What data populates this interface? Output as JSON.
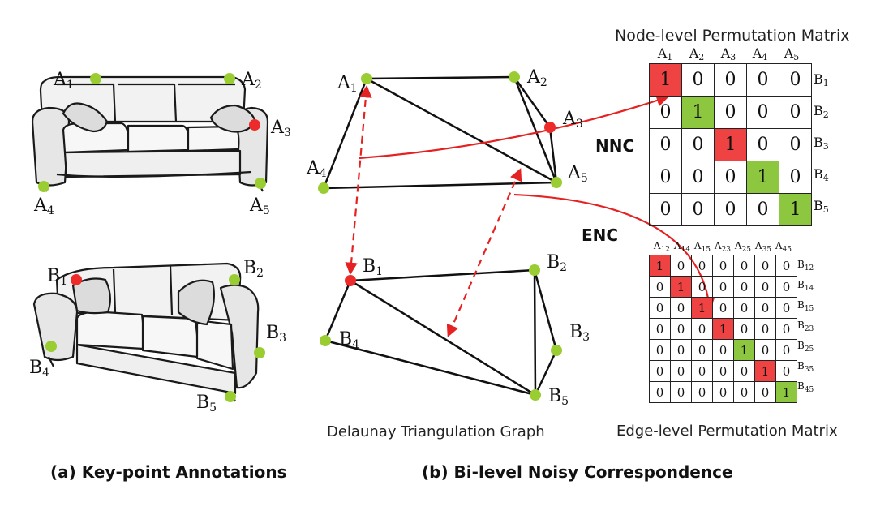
{
  "colors": {
    "green": "#9acd32",
    "red": "#ee2b2b",
    "cell_red": "#ef4343",
    "cell_green": "#8dc63f",
    "edge": "#111111",
    "arrow": "#e52222"
  },
  "captions": {
    "a": "(a) Key-point Annotations",
    "b": "(b) Bi-level Noisy Correspondence"
  },
  "graph_title": "Delaunay Triangulation Graph",
  "node_matrix": {
    "title": "Node-level Permutation Matrix",
    "col_labels": [
      [
        "A",
        "1"
      ],
      [
        "A",
        "2"
      ],
      [
        "A",
        "3"
      ],
      [
        "A",
        "4"
      ],
      [
        "A",
        "5"
      ]
    ],
    "row_labels": [
      [
        "B",
        "1"
      ],
      [
        "B",
        "2"
      ],
      [
        "B",
        "3"
      ],
      [
        "B",
        "4"
      ],
      [
        "B",
        "5"
      ]
    ],
    "cells": [
      [
        1,
        0,
        0,
        0,
        0
      ],
      [
        0,
        1,
        0,
        0,
        0
      ],
      [
        0,
        0,
        1,
        0,
        0
      ],
      [
        0,
        0,
        0,
        1,
        0
      ],
      [
        0,
        0,
        0,
        0,
        1
      ]
    ],
    "highlight": [
      "red",
      "green",
      "red",
      "green",
      "green"
    ]
  },
  "edge_matrix": {
    "title": "Edge-level Permutation Matrix",
    "col_labels": [
      [
        "A",
        "12"
      ],
      [
        "A",
        "14"
      ],
      [
        "A",
        "15"
      ],
      [
        "A",
        "23"
      ],
      [
        "A",
        "25"
      ],
      [
        "A",
        "35"
      ],
      [
        "A",
        "45"
      ]
    ],
    "row_labels": [
      [
        "B",
        "12"
      ],
      [
        "B",
        "14"
      ],
      [
        "B",
        "15"
      ],
      [
        "B",
        "23"
      ],
      [
        "B",
        "25"
      ],
      [
        "B",
        "35"
      ],
      [
        "B",
        "45"
      ]
    ],
    "cells": [
      [
        1,
        0,
        0,
        0,
        0,
        0,
        0
      ],
      [
        0,
        1,
        0,
        0,
        0,
        0,
        0
      ],
      [
        0,
        0,
        1,
        0,
        0,
        0,
        0
      ],
      [
        0,
        0,
        0,
        1,
        0,
        0,
        0
      ],
      [
        0,
        0,
        0,
        0,
        1,
        0,
        0
      ],
      [
        0,
        0,
        0,
        0,
        0,
        1,
        0
      ],
      [
        0,
        0,
        0,
        0,
        0,
        0,
        1
      ]
    ],
    "highlight": [
      "red",
      "red",
      "red",
      "red",
      "green",
      "red",
      "green"
    ]
  },
  "tags": {
    "nnc": "NNC",
    "enc": "ENC"
  },
  "sofa_labels_a": [
    [
      "A",
      "1"
    ],
    [
      "A",
      "2"
    ],
    [
      "A",
      "3"
    ],
    [
      "A",
      "4"
    ],
    [
      "A",
      "5"
    ]
  ],
  "sofa_labels_b": [
    [
      "B",
      "1"
    ],
    [
      "B",
      "2"
    ],
    [
      "B",
      "3"
    ],
    [
      "B",
      "4"
    ],
    [
      "B",
      "5"
    ]
  ],
  "graph_labels_a": [
    [
      "A",
      "1"
    ],
    [
      "A",
      "2"
    ],
    [
      "A",
      "3"
    ],
    [
      "A",
      "4"
    ],
    [
      "A",
      "5"
    ]
  ],
  "graph_labels_b": [
    [
      "B",
      "1"
    ],
    [
      "B",
      "2"
    ],
    [
      "B",
      "3"
    ],
    [
      "B",
      "4"
    ],
    [
      "B",
      "5"
    ]
  ]
}
